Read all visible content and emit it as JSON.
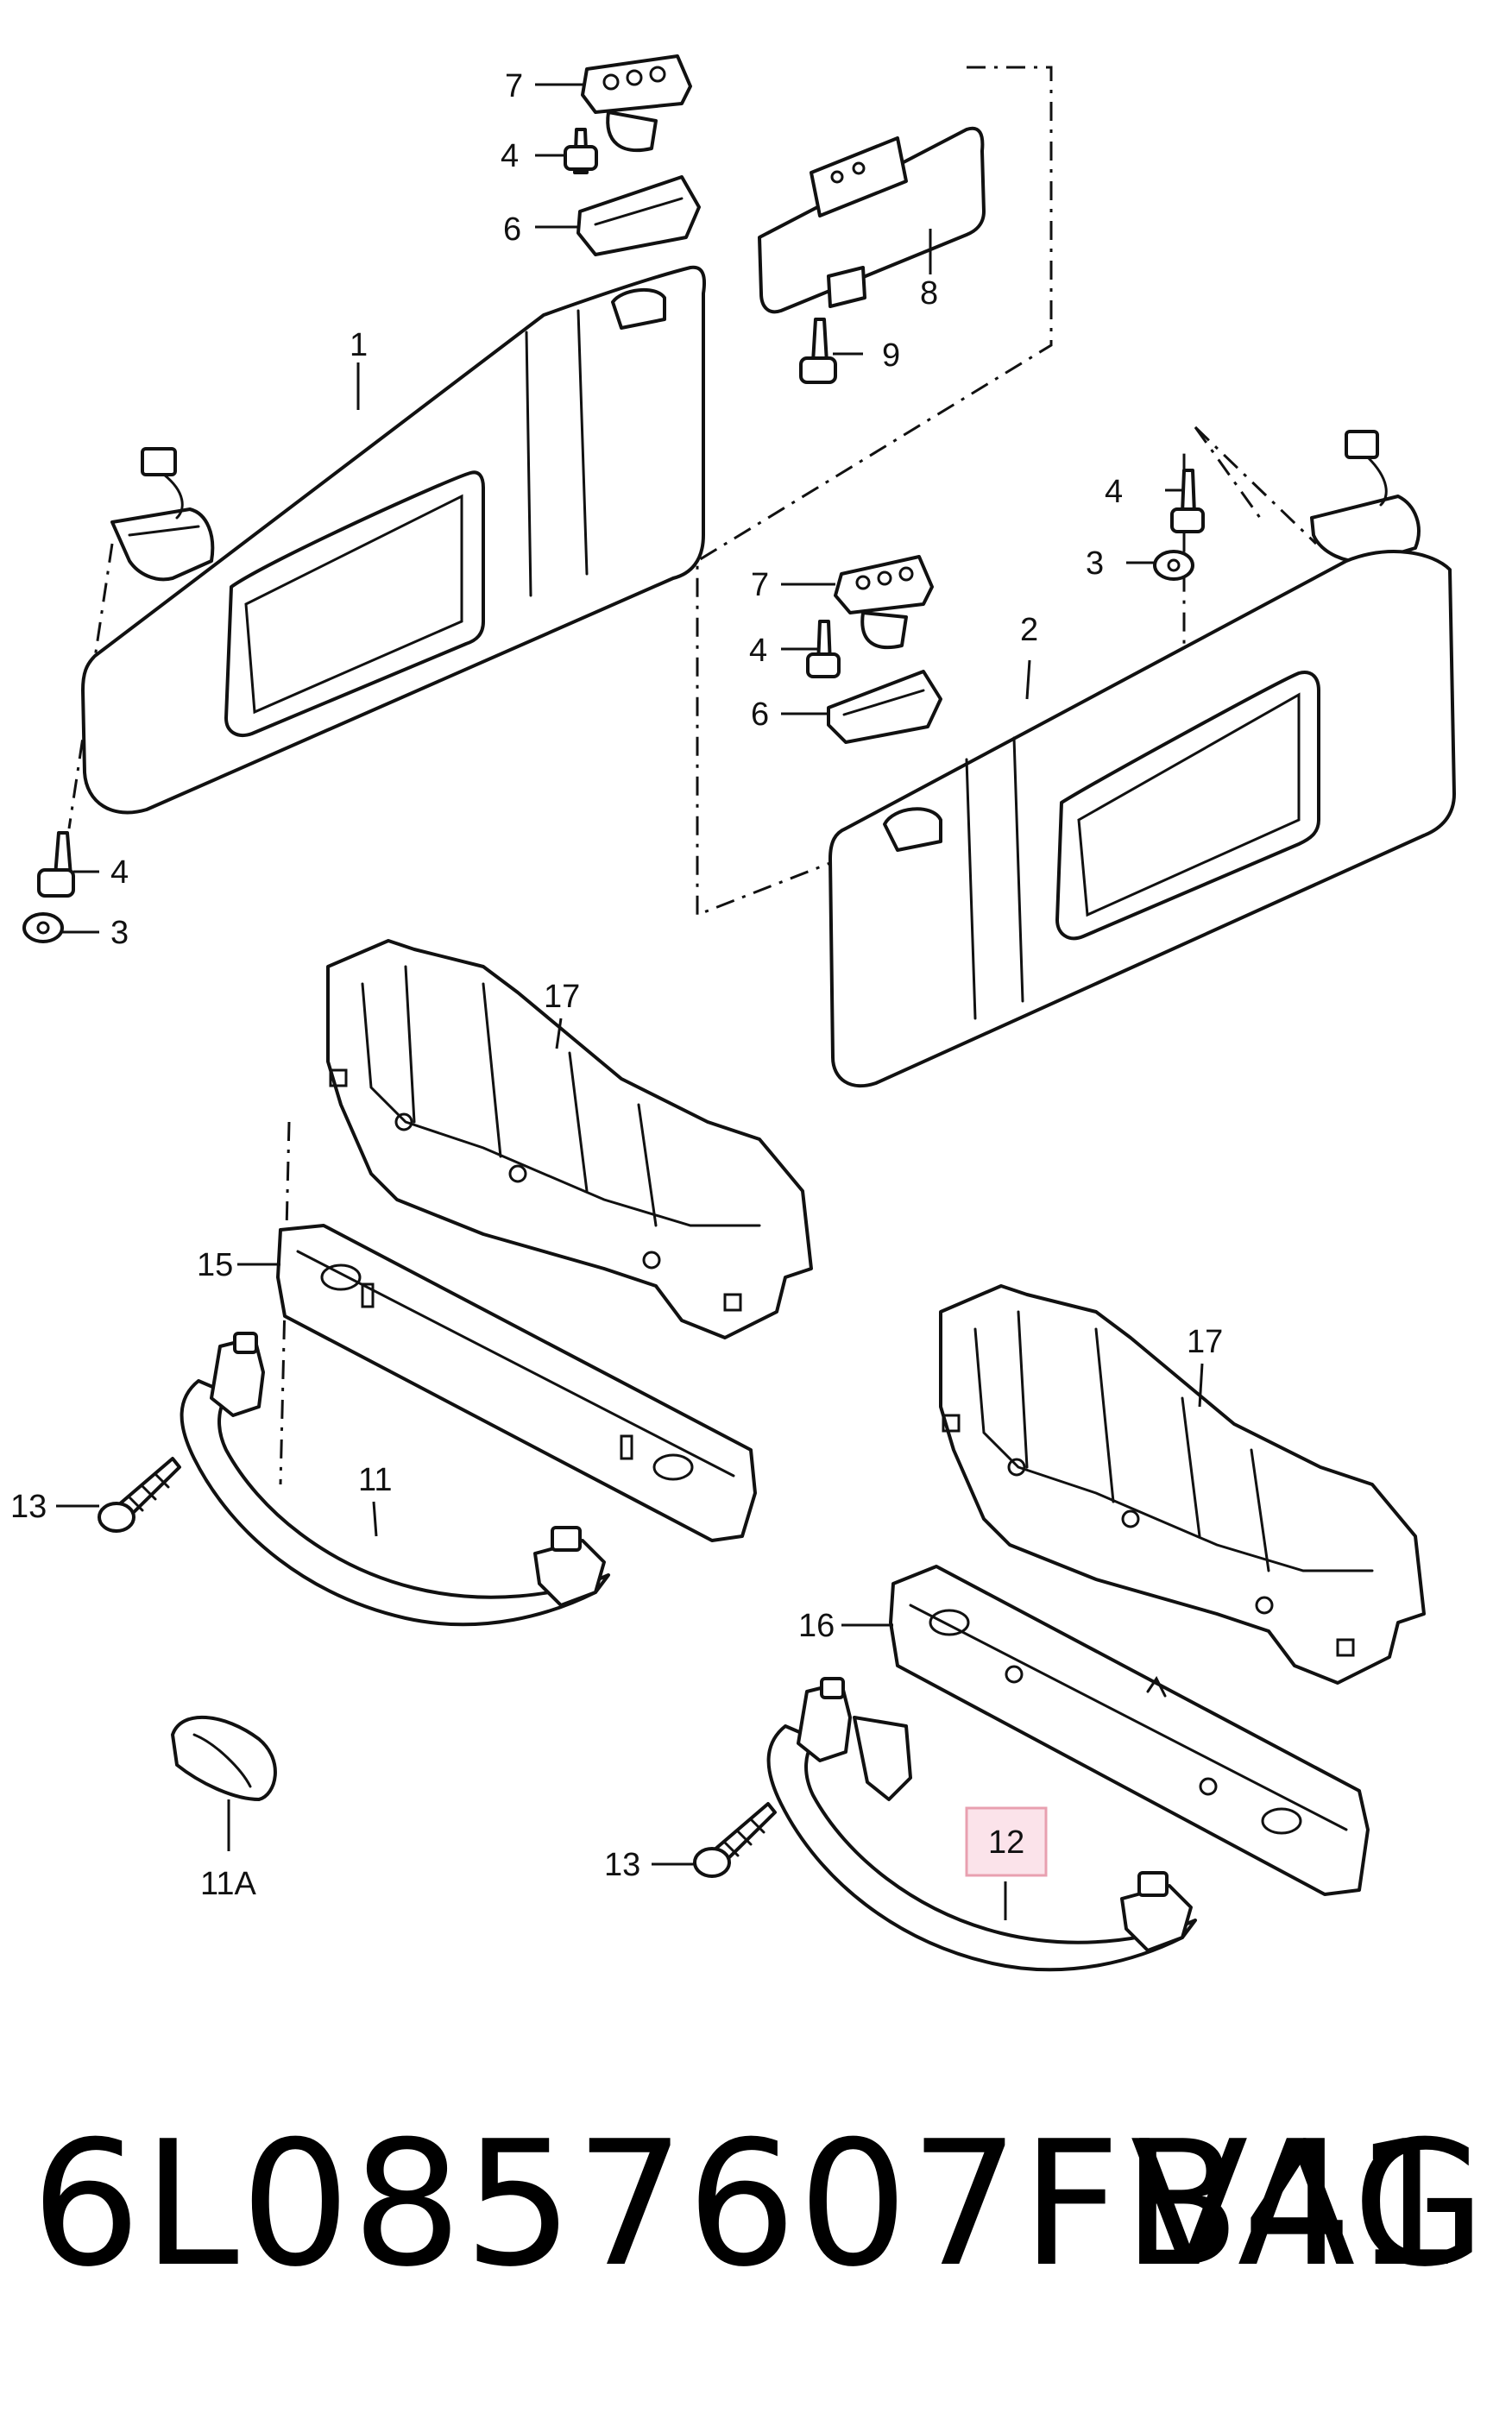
{
  "callouts": {
    "c1": "1",
    "c2": "2",
    "c3a": "3",
    "c3b": "3",
    "c4a": "4",
    "c4b": "4",
    "c4c": "4",
    "c4d": "4",
    "c6a": "6",
    "c6b": "6",
    "c7a": "7",
    "c7b": "7",
    "c8": "8",
    "c9": "9",
    "c11": "11",
    "c11a": "11A",
    "c12": "12",
    "c13a": "13",
    "c13b": "13",
    "c15": "15",
    "c16": "16",
    "c17a": "17",
    "c17b": "17"
  },
  "highlight": {
    "callout": "12",
    "color": "#e8a0b0",
    "fill": "#fbe3ea"
  },
  "footer": {
    "part_number": "6L0857607FB41",
    "brand": "VAG"
  }
}
